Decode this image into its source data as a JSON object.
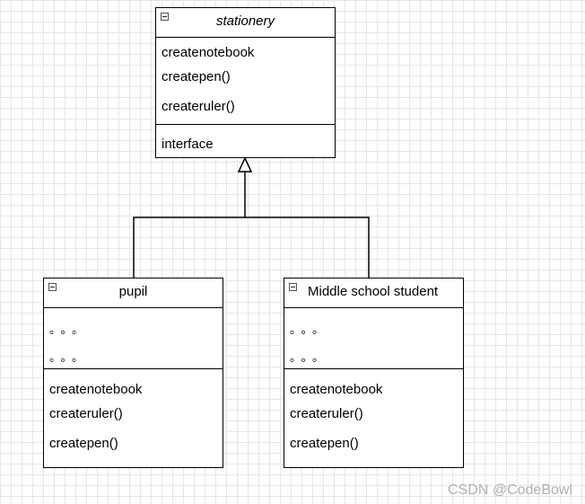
{
  "stationery": {
    "title": "stationery",
    "methods": [
      "createnotebook",
      "createpen()",
      "createruler()"
    ],
    "extra": "interface"
  },
  "pupil": {
    "title": "pupil",
    "dots1": "。。。",
    "dots2": "。。。",
    "methods": [
      "createnotebook",
      "createruler()",
      "createpen()"
    ]
  },
  "middle": {
    "title": "Middle school student",
    "dots1": "。。。",
    "dots2": "。。。",
    "methods": [
      "createnotebook",
      "createruler()",
      "createpen()"
    ]
  },
  "watermark": "CSDN @CodeBowl"
}
